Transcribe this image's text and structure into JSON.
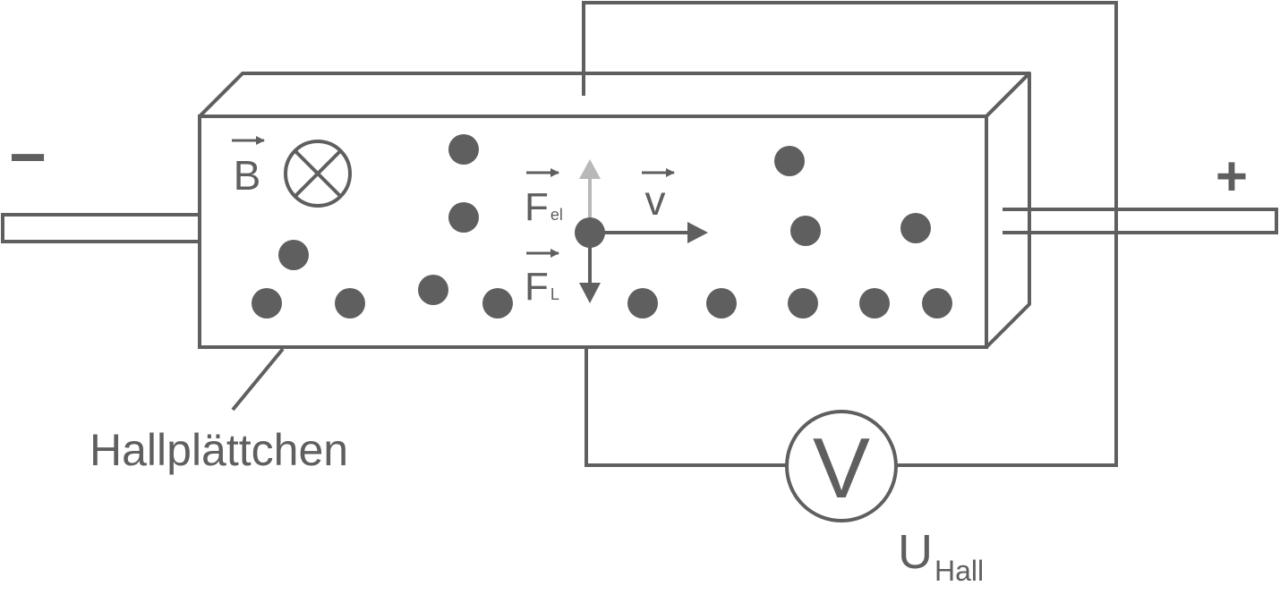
{
  "colors": {
    "stroke": "#5f5f5f",
    "electron": "#5f5f5f",
    "electric_force_arrow": "#b8b8b8",
    "background": "#ffffff"
  },
  "terminals": {
    "negative": "−",
    "positive": "+"
  },
  "labels": {
    "magnetic_field": "B",
    "magnetic_field_symbol": "cross-circle-icon",
    "electric_force_main": "F",
    "electric_force_sub": "el",
    "lorentz_force_main": "F",
    "lorentz_force_sub": "L",
    "velocity": "v",
    "hall_plate": "Hallplättchen",
    "voltmeter": "V",
    "hall_voltage_main": "U",
    "hall_voltage_sub": "Hall"
  }
}
